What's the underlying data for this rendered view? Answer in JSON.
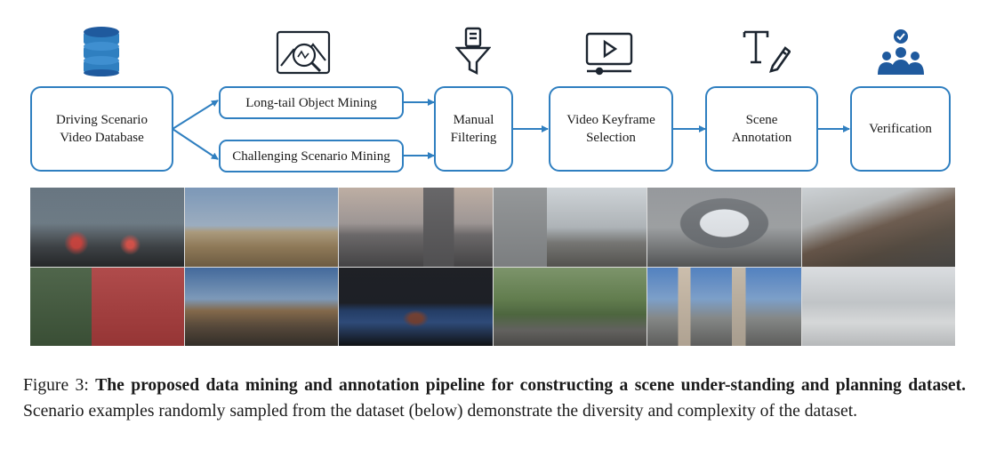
{
  "pipeline": {
    "database": "Driving Scenario\nVideo Database",
    "longtail": "Long-tail Object Mining",
    "challenging": "Challenging Scenario Mining",
    "manual": "Manual\nFiltering",
    "keyframe": "Video Keyframe\nSelection",
    "annotation": "Scene\nAnnotation",
    "verification": "Verification"
  },
  "icons": [
    "database-icon",
    "image-search-icon",
    "filter-icon",
    "video-play-icon",
    "text-edit-icon",
    "team-verified-icon"
  ],
  "colors": {
    "accent": "#2f7fc0",
    "icon": "#1f5a9e",
    "icon_dark": "#1c2530"
  },
  "photos": [
    {
      "scene": "foggy-bridge-night"
    },
    {
      "scene": "desert-plain"
    },
    {
      "scene": "city-highrise-road"
    },
    {
      "scene": "industrial-street"
    },
    {
      "scene": "arched-overpass"
    },
    {
      "scene": "mountain-road"
    },
    {
      "scene": "forest-truck"
    },
    {
      "scene": "rural-bridge-sunset"
    },
    {
      "scene": "tunnel"
    },
    {
      "scene": "tropical-street"
    },
    {
      "scene": "city-skyline-road"
    },
    {
      "scene": "snowy-highway"
    }
  ],
  "caption": {
    "prefix": "Figure 3: ",
    "bold": "The proposed data mining and annotation pipeline for constructing a scene under-standing and planning dataset.",
    "rest": "  Scenario examples randomly sampled from the dataset (below) demonstrate the diversity and complexity of the dataset."
  }
}
